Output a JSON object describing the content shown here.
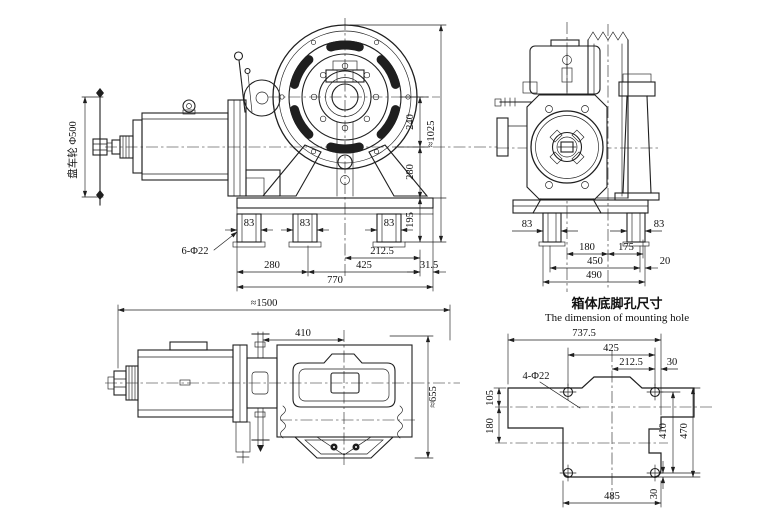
{
  "fv": {
    "wheel": "盘车轮 Φ500",
    "f83a": "83",
    "f83b": "83",
    "f83c": "83",
    "holes": "6-Φ22",
    "d212": "212.5",
    "d280": "280",
    "d425": "425",
    "d315": "31.5",
    "d770": "770",
    "v240": "240",
    "v280": "280",
    "v195": "195",
    "vh": "≈1025"
  },
  "sv": {
    "l83": "83",
    "r83": "83",
    "d180": "180",
    "d175": "175",
    "d450": "450",
    "d20": "20",
    "d490": "490"
  },
  "pv": {
    "w": "≈1500",
    "d410": "410",
    "h": "≈655"
  },
  "mv": {
    "tcn": "箱体底脚孔尺寸",
    "ten": "The dimension of mounting hole",
    "d7375": "737.5",
    "d425": "425",
    "d2125": "212.5",
    "d30t": "30",
    "holes": "4-Φ22",
    "d105": "105",
    "d180": "180",
    "d410": "410",
    "d470": "470",
    "d485": "485",
    "d30b": "30"
  }
}
